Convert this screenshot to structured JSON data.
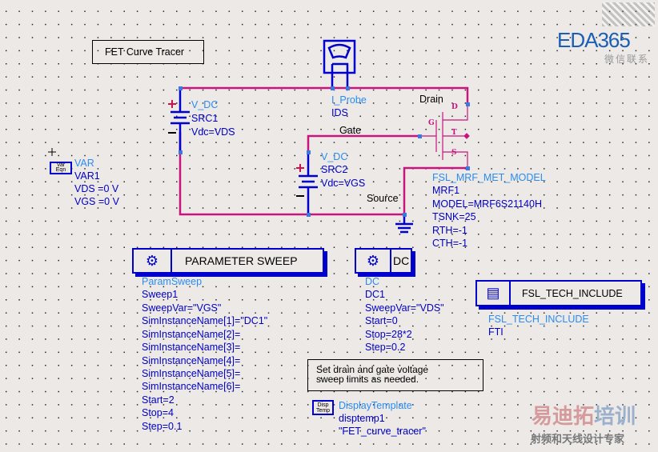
{
  "title_box": "FET Curve Tracer",
  "var": {
    "icon_text": [
      "Var",
      "Eqn"
    ],
    "type": "VAR",
    "name": "VAR1",
    "lines": [
      "VDS =0 V",
      "VGS =0 V"
    ]
  },
  "src1": {
    "type": "V_DC",
    "name": "SRC1",
    "param": "Vdc=VDS"
  },
  "src2": {
    "type": "V_DC",
    "name": "SRC2",
    "param": "Vdc=VGS"
  },
  "probe": {
    "type": "I_Probe",
    "name": "IDS"
  },
  "nets": {
    "drain": "Drain",
    "gate": "Gate",
    "source": "Source"
  },
  "fet": {
    "pins": {
      "d": "D",
      "g": "G",
      "t": "T",
      "s": "S"
    },
    "type": "FSL_MRF_MET_MODEL",
    "name": "MRF1",
    "params": [
      "MODEL=MRF6S21140H",
      "TSNK=25",
      "RTH=-1",
      "CTH=-1"
    ]
  },
  "param_sweep": {
    "header": "PARAMETER SWEEP",
    "type": "ParamSweep",
    "name": "Sweep1",
    "params": [
      "SweepVar=\"VGS\"",
      "SimInstanceName[1]=\"DC1\"",
      "SimInstanceName[2]=",
      "SimInstanceName[3]=",
      "SimInstanceName[4]=",
      "SimInstanceName[5]=",
      "SimInstanceName[6]=",
      "Start=2",
      "Stop=4",
      "Step=0.1"
    ]
  },
  "dc": {
    "header": "DC",
    "type": "DC",
    "name": "DC1",
    "params": [
      "SweepVar=\"VDS\"",
      "Start=0",
      "Stop=28*2",
      "Step=0.2"
    ]
  },
  "tech_include": {
    "header": "FSL_TECH_INCLUDE",
    "type": "FSL_TECH_INCLUDE",
    "name": "FTI"
  },
  "note": [
    "Set drain and gate voltage",
    "sweep limits as needed."
  ],
  "display_template": {
    "icon_text": [
      "Disp",
      "Temp"
    ],
    "type": "DisplayTemplate",
    "name": "disptemp1",
    "value": "\"FET_curve_tracer\""
  },
  "watermark": {
    "logo": "EDA365",
    "logo_sub": "微信联系",
    "brand_red": "易迪拓",
    "brand_blue": "培训",
    "tagline": "射频和天线设计专家"
  },
  "colors": {
    "wire": "#c8147e",
    "component": "#0000cc",
    "label": "#2a8cf0",
    "pin": "#3a7ae0"
  }
}
